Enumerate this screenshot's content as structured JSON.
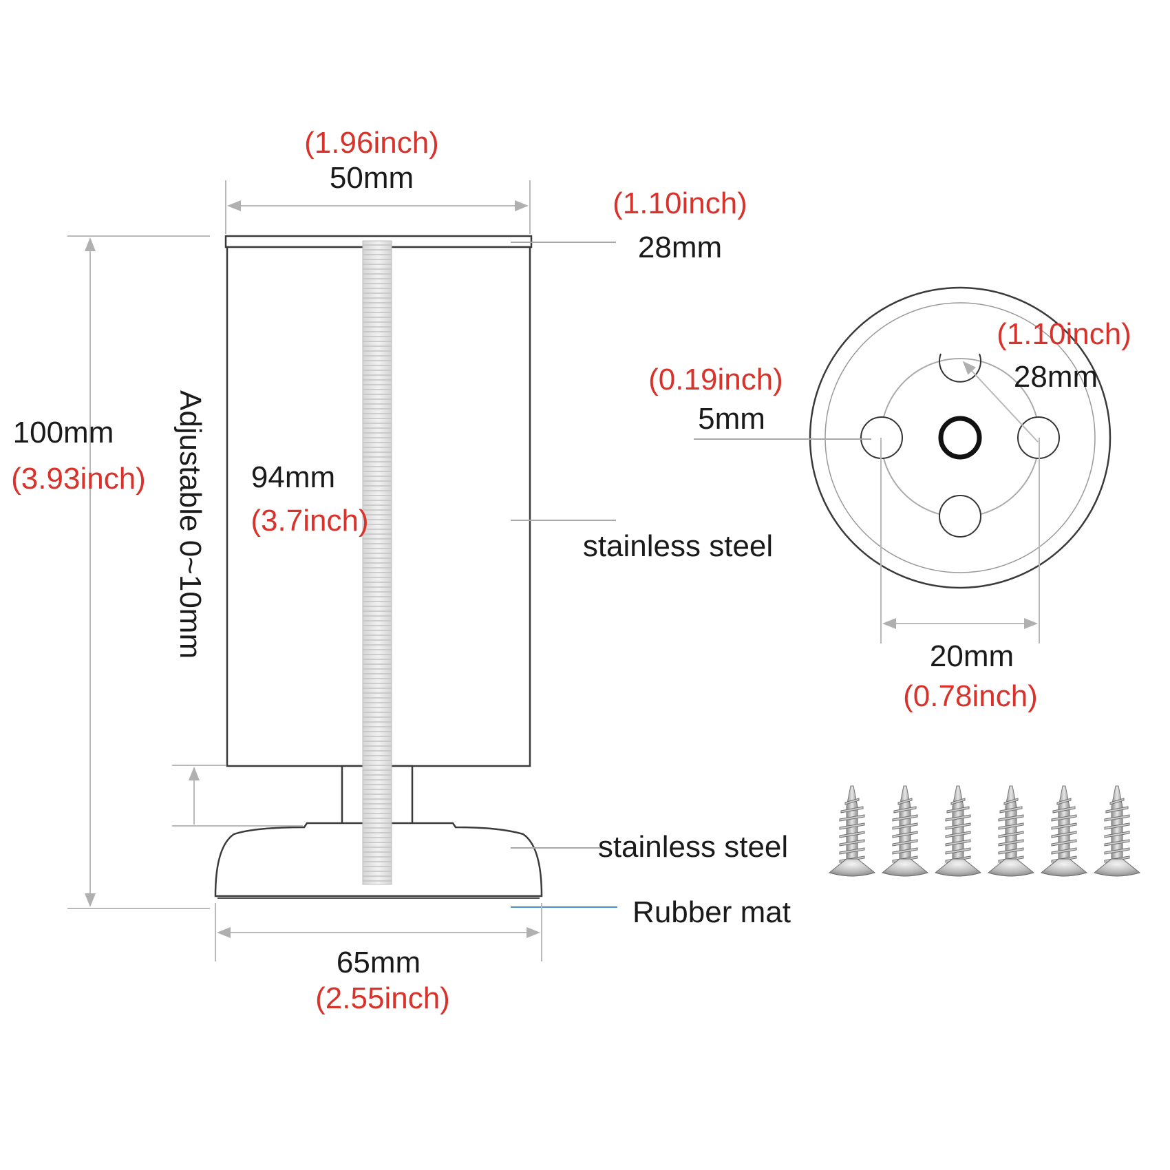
{
  "colors": {
    "accent_red": "#d8322a",
    "text": "#1a1a1a",
    "rubber_line": "#4a90c8"
  },
  "top_width": {
    "inch": "(1.96inch)",
    "mm": "50mm"
  },
  "top_plate": {
    "inch": "(1.10inch)",
    "mm": "28mm"
  },
  "total_height": {
    "mm": "100mm",
    "inch": "(3.93inch)"
  },
  "adjustable": {
    "text": "Adjustable 0~10mm"
  },
  "body_height": {
    "mm": "94mm",
    "inch": "(3.7inch)"
  },
  "body_material": "stainless steel",
  "base_material": "stainless steel",
  "base_bottom": "Rubber mat",
  "base_width": {
    "mm": "65mm",
    "inch": "(2.55inch)"
  },
  "plate_view": {
    "screw_hole": {
      "inch": "(0.19inch)",
      "mm": "5mm"
    },
    "hole_radius": {
      "inch": "(1.10inch)",
      "mm": "28mm"
    },
    "hole_spacing": {
      "mm": "20mm",
      "inch": "(0.78inch)"
    }
  },
  "screws": {
    "count": 6,
    "icon": "screw-icon"
  }
}
